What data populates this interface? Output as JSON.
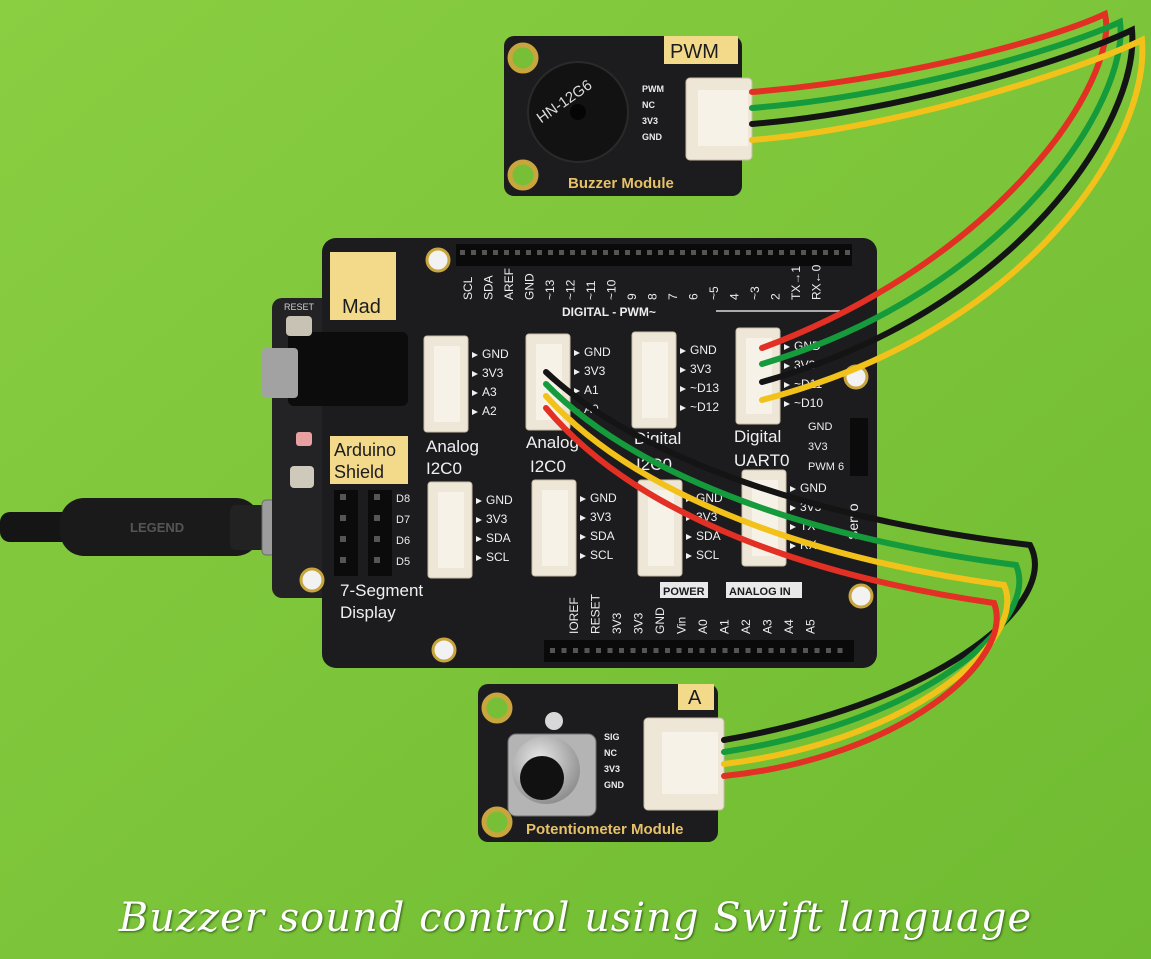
{
  "caption": "Buzzer sound control using Swift language",
  "buzzer": {
    "tag": "PWM",
    "part": "HN-12G6",
    "title": "Buzzer Module",
    "pins": [
      "PWM",
      "NC",
      "3V3",
      "GND"
    ]
  },
  "board": {
    "brand": "Mad",
    "shield": "Arduino\nShield",
    "reset": "RESET",
    "usb_brand": "LEGEND",
    "top_header": [
      "SCL",
      "SDA",
      "AREF",
      "GND",
      "~13",
      "~12",
      "~11",
      "~10",
      "9",
      "8",
      "7",
      "6",
      "~5",
      "4",
      "~3",
      "2",
      "TX→1",
      "RX←0"
    ],
    "digital_pwm": "DIGITAL - PWM~",
    "bottom_header": [
      "IOREF",
      "RESET",
      "3V3",
      "3V3",
      "GND",
      "Vin",
      "A0",
      "A1",
      "A2",
      "A3",
      "A4",
      "A5"
    ],
    "power": "POWER",
    "analog_in": "ANALOG IN",
    "seg_title": "7-Segment\nDisplay",
    "seg_pins": [
      "D8",
      "D7",
      "D6",
      "D5"
    ],
    "servo_label": "Servo",
    "servo_pins": [
      "GND",
      "3V3",
      "PWM 6"
    ],
    "connectors": [
      {
        "label": "Analog",
        "pins": [
          "GND",
          "3V3",
          "A3",
          "A2"
        ]
      },
      {
        "label": "Analog",
        "pins": [
          "GND",
          "3V3",
          "A1",
          "A0"
        ]
      },
      {
        "label": "Digital",
        "pins": [
          "GND",
          "3V3",
          "~D13",
          "~D12"
        ]
      },
      {
        "label": "Digital",
        "pins": [
          "GND",
          "3V3",
          "~D11",
          "~D10"
        ]
      },
      {
        "label": "I2C0",
        "pins": [
          "GND",
          "3V3",
          "SDA",
          "SCL"
        ]
      },
      {
        "label": "I2C0",
        "pins": [
          "GND",
          "3V3",
          "SDA",
          "SCL"
        ]
      },
      {
        "label": "I2C0",
        "pins": [
          "GND",
          "3V3",
          "SDA",
          "SCL"
        ]
      },
      {
        "label": "UART0",
        "pins": [
          "GND",
          "3V3",
          "TX",
          "RX"
        ]
      }
    ]
  },
  "pot": {
    "tag": "A",
    "title": "Potentiometer Module",
    "pins": [
      "SIG",
      "NC",
      "3V3",
      "GND"
    ]
  },
  "colors": {
    "background": "#7ec63a",
    "pcb": "#1c1c1f",
    "silk_tag": "#f3d98a",
    "connector": "#eee6d6",
    "wire_red": "#e23124",
    "wire_green": "#159a3c",
    "wire_yellow": "#f2c21a",
    "wire_black": "#141414"
  }
}
